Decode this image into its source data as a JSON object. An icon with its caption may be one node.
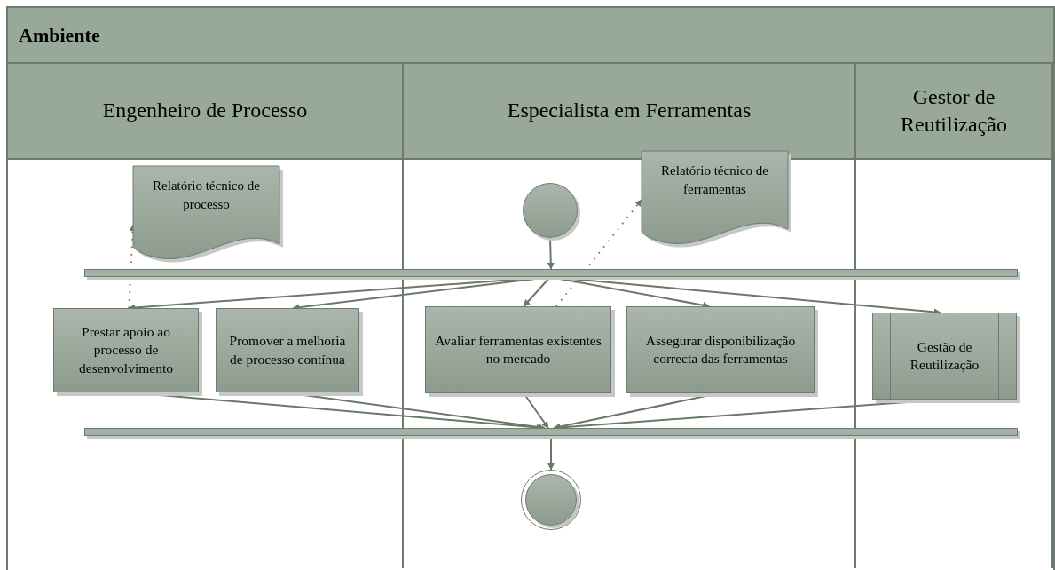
{
  "diagram": {
    "nodes": [
      {
        "text": [
          "Ambiente"
        ]
      },
      {
        "text": [
          "Engenheiro de Processo"
        ],
        "in": 0
      },
      {
        "text": [
          "Especialista em Ferramentas"
        ],
        "in": 0
      },
      {
        "text": [
          "Gestor de Reutilização"
        ],
        "in": 0
      },
      {
        "text": [
          "Relatório técnico de processo"
        ],
        "in": 1
      },
      {
        "text": [],
        "shape": "circle",
        "in": 2
      },
      {
        "text": [
          "Relatório técnico de ferramentas"
        ],
        "in": 2
      },
      {
        "text": [],
        "shape": "bar",
        "in": 0
      },
      {
        "text": [
          "Prestar apoio ao processo de desenvolvimento"
        ],
        "in": 1
      },
      {
        "text": [
          "Promover a melhoria de processo contínua"
        ],
        "in": 1
      },
      {
        "text": [
          "Avaliar ferramentas existentes no mercado"
        ],
        "in": 2
      },
      {
        "text": [
          "Assegurar disponibilização correcta das ferramentas"
        ],
        "in": 2
      },
      {
        "text": [
          "Gestão de Reutilização"
        ],
        "in": 3
      },
      {
        "text": [],
        "shape": "bar",
        "in": 0
      },
      {
        "text": [],
        "shape": "circle",
        "in": 2
      }
    ],
    "edges": [
      {
        "from": 5,
        "to": 7,
        "arrow": "to"
      },
      {
        "from": 7,
        "to": 8,
        "arrow": "to"
      },
      {
        "from": 7,
        "to": 9,
        "arrow": "to"
      },
      {
        "from": 7,
        "to": 10,
        "arrow": "to"
      },
      {
        "from": 7,
        "to": 11,
        "arrow": "to"
      },
      {
        "from": 7,
        "to": 12,
        "arrow": "to"
      },
      {
        "from": 8,
        "to": 4,
        "arrow": "to",
        "style": "dashed"
      },
      {
        "from": 10,
        "to": 6,
        "arrow": "to",
        "style": "dashed"
      },
      {
        "from": 8,
        "to": 13,
        "arrow": "to"
      },
      {
        "from": 9,
        "to": 13,
        "arrow": "to"
      },
      {
        "from": 10,
        "to": 13,
        "arrow": "to"
      },
      {
        "from": 11,
        "to": 13,
        "arrow": "to"
      },
      {
        "from": 12,
        "to": 13,
        "arrow": "to"
      },
      {
        "from": 13,
        "to": 14,
        "arrow": "to"
      }
    ]
  }
}
